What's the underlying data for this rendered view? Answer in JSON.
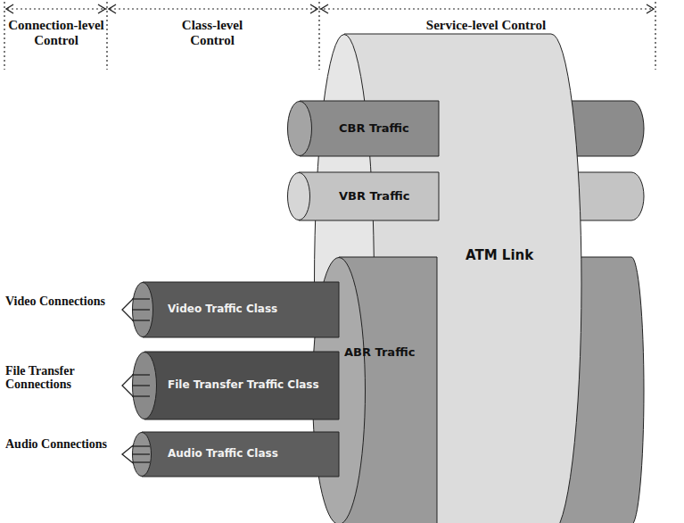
{
  "diagram": {
    "nodes": [
      {
        "text": [
          "CBR Traffic"
        ]
      },
      {
        "text": [
          "VBR Traffic"
        ]
      },
      {
        "text": [
          "ATM Link"
        ]
      },
      {
        "text": [
          "ABR Traffic"
        ]
      },
      {
        "text": [
          "Video Traffic Class"
        ]
      },
      {
        "text": [
          "File Transfer Traffic Class"
        ]
      },
      {
        "text": [
          "Audio Traffic Class"
        ]
      }
    ],
    "labels": [
      "Connection-level Control",
      "Class-level Control",
      "Service-level Control",
      "Video Connections",
      "File Transfer Connections",
      "Audio Connections"
    ]
  }
}
